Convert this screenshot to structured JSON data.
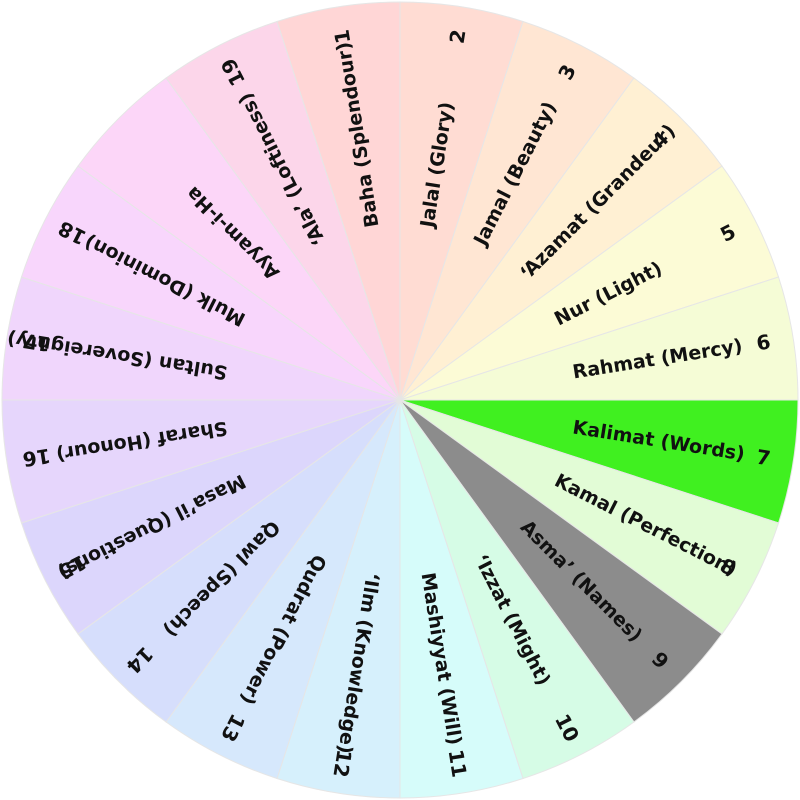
{
  "colors": {
    "highlight": "#40f020",
    "dimmed": "#8c8c8c",
    "border": "#e6e6e6"
  },
  "segments": [
    {
      "number": "1",
      "name": "Baha (Splendour)",
      "color": "#ffd6d6"
    },
    {
      "number": "2",
      "name": "Jalal (Glory)",
      "color": "#ffdcd3"
    },
    {
      "number": "3",
      "name": "Jamal (Beauty)",
      "color": "#ffe6d3"
    },
    {
      "number": "4",
      "name": "‘Azamat (Grandeur)",
      "color": "#fff0d3"
    },
    {
      "number": "5",
      "name": "Nur (Light)",
      "color": "#fcfbd6"
    },
    {
      "number": "6",
      "name": "Rahmat (Mercy)",
      "color": "#f5fcd6"
    },
    {
      "number": "7",
      "name": "Kalimat (Words)",
      "color": "#40f020",
      "state": "highlighted"
    },
    {
      "number": "8",
      "name": "Kamal (Perfection)",
      "color": "#e2fcd6"
    },
    {
      "number": "9",
      "name": "Asma’ (Names)",
      "color": "#8c8c8c",
      "state": "dimmed"
    },
    {
      "number": "10",
      "name": "‘Izzat (Might)",
      "color": "#d6fce6"
    },
    {
      "number": "11",
      "name": "Mashiyyat (Will)",
      "color": "#d6fcfa"
    },
    {
      "number": "12",
      "name": "‘Ilm (Knowledge)",
      "color": "#d6f0fc"
    },
    {
      "number": "13",
      "name": "Qudrat (Power)",
      "color": "#d6e8fc"
    },
    {
      "number": "14",
      "name": "Qawl (Speech)",
      "color": "#d6defc"
    },
    {
      "number": "15",
      "name": "Masa’il (Questions)",
      "color": "#dcd6fc"
    },
    {
      "number": "16",
      "name": "Sharaf (Honour)",
      "color": "#e6d6fc"
    },
    {
      "number": "17",
      "name": "Sultan (Sovereignty)",
      "color": "#f0d6fc"
    },
    {
      "number": "18",
      "name": "Mulk (Dominion)",
      "color": "#f8d6fc"
    },
    {
      "number": "-",
      "name": "Ayyam-i-Ha",
      "color": "#fcd6f8"
    },
    {
      "number": "19",
      "name": "‘Ala’ (Loftiness)",
      "color": "#fcd6ea"
    }
  ]
}
